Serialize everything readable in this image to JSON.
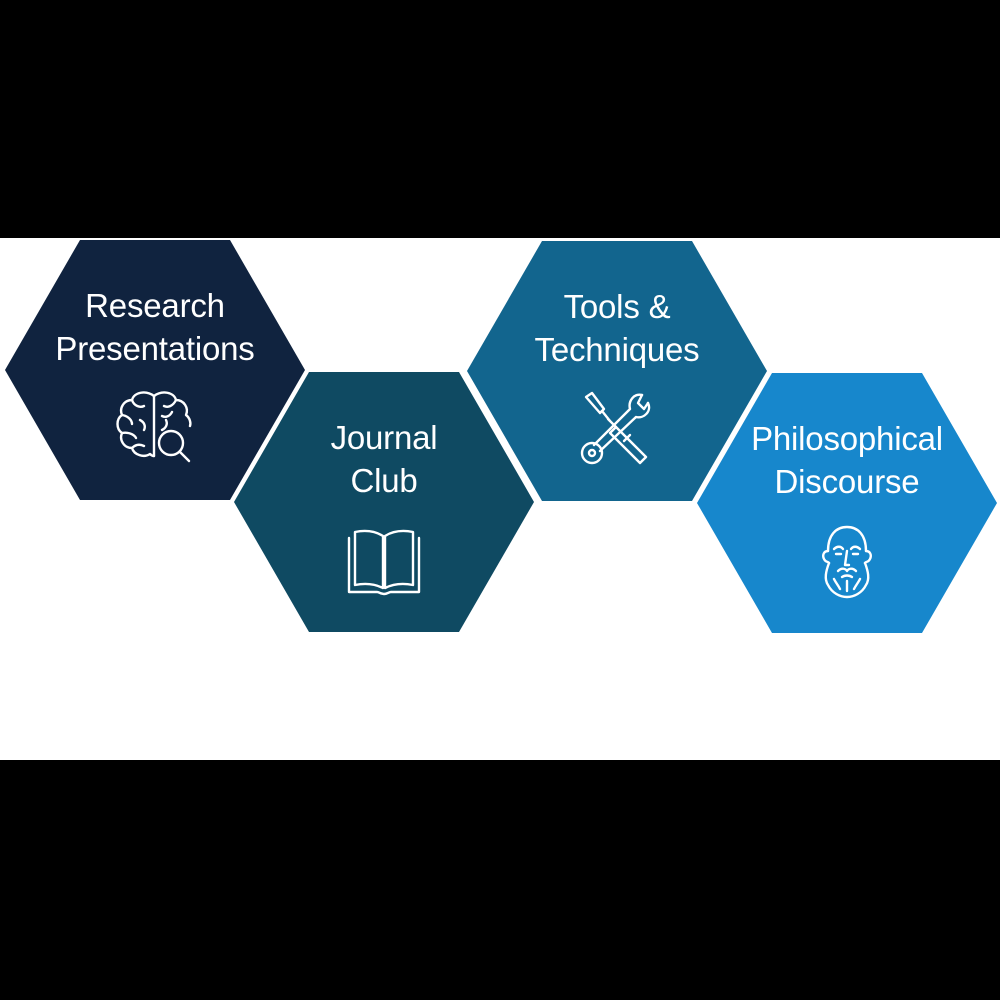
{
  "hexagons": [
    {
      "id": "research",
      "lines": [
        "Research",
        "Presentations"
      ],
      "color": "#10233f",
      "icon": "brain-magnifier-icon"
    },
    {
      "id": "journal",
      "lines": [
        "Journal",
        "Club"
      ],
      "color": "#0f4a62",
      "icon": "open-book-icon"
    },
    {
      "id": "tools",
      "lines": [
        "Tools &",
        "Techniques"
      ],
      "color": "#12658e",
      "icon": "wrench-screwdriver-icon"
    },
    {
      "id": "philo",
      "lines": [
        "Philosophical",
        "Discourse"
      ],
      "color": "#1787cc",
      "icon": "philosopher-bust-icon"
    }
  ],
  "background": {
    "letterbox_color": "#000000",
    "band_color": "#ffffff"
  }
}
